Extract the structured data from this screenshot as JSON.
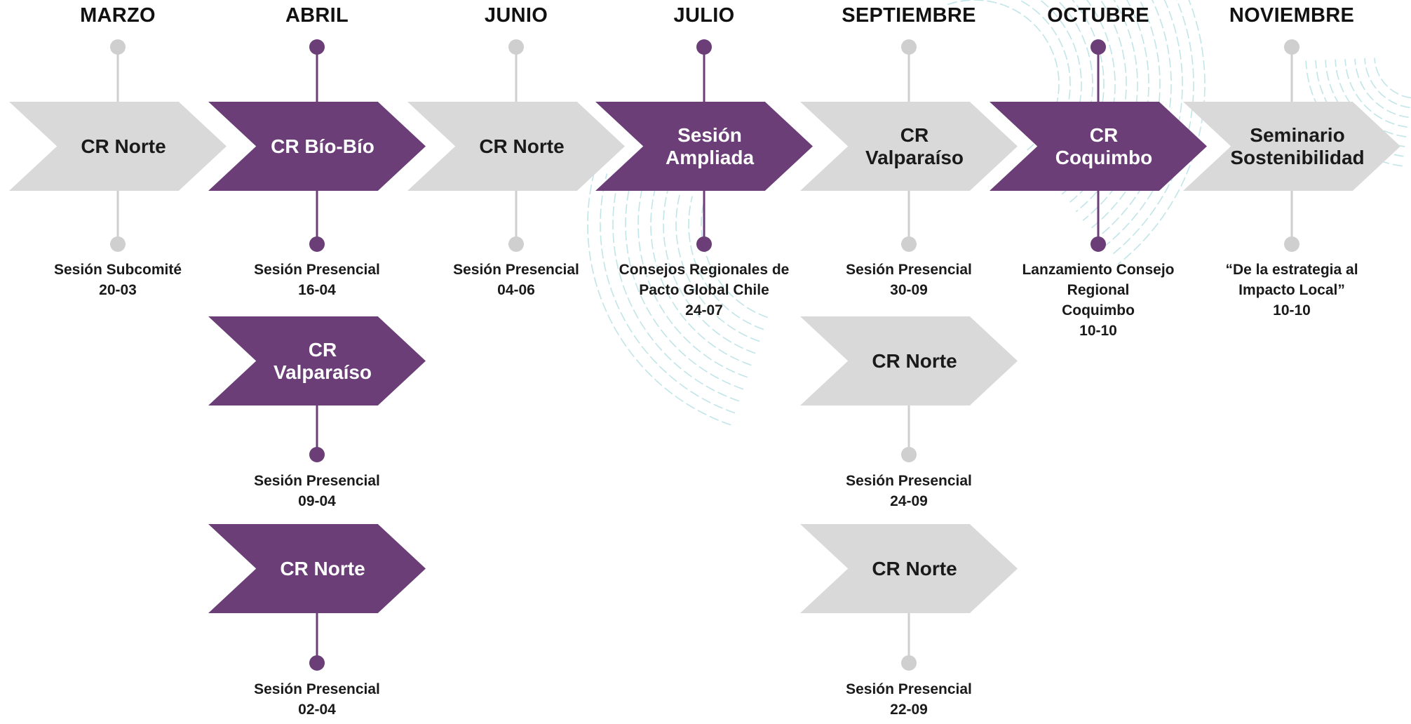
{
  "colors": {
    "purple": "#6b3e78",
    "gray": "#d9d9d9",
    "connector_gray": "#cfcfcf",
    "text": "#111111",
    "decoration": "#8fd0d6"
  },
  "months": [
    "MARZO",
    "ABRIL",
    "JUNIO",
    "JULIO",
    "SEPTIEMBRE",
    "OCTUBRE",
    "NOVIEMBRE"
  ],
  "events": [
    {
      "month": "MARZO",
      "title_lines": [
        "CR Norte"
      ],
      "caption_lines": [
        "Sesión Subcomité",
        "20-03"
      ],
      "color": "gray"
    },
    {
      "month": "ABRIL",
      "title_lines": [
        "CR Bío-Bío"
      ],
      "caption_lines": [
        "Sesión Presencial",
        "16-04"
      ],
      "color": "purple"
    },
    {
      "month": "ABRIL",
      "title_lines": [
        "CR",
        "Valparaíso"
      ],
      "caption_lines": [
        "Sesión Presencial",
        "09-04"
      ],
      "color": "purple"
    },
    {
      "month": "ABRIL",
      "title_lines": [
        "CR Norte"
      ],
      "caption_lines": [
        "Sesión Presencial",
        "02-04"
      ],
      "color": "purple"
    },
    {
      "month": "JUNIO",
      "title_lines": [
        "CR Norte"
      ],
      "caption_lines": [
        "Sesión Presencial",
        "04-06"
      ],
      "color": "gray"
    },
    {
      "month": "JULIO",
      "title_lines": [
        "Sesión",
        "Ampliada"
      ],
      "caption_lines": [
        "Consejos Regionales de",
        "Pacto Global Chile",
        "24-07"
      ],
      "color": "purple"
    },
    {
      "month": "SEPTIEMBRE",
      "title_lines": [
        "CR",
        "Valparaíso"
      ],
      "caption_lines": [
        "Sesión Presencial",
        "30-09"
      ],
      "color": "gray"
    },
    {
      "month": "SEPTIEMBRE",
      "title_lines": [
        "CR Norte"
      ],
      "caption_lines": [
        "Sesión Presencial",
        "24-09"
      ],
      "color": "gray"
    },
    {
      "month": "SEPTIEMBRE",
      "title_lines": [
        "CR Norte"
      ],
      "caption_lines": [
        "Sesión Presencial",
        "22-09"
      ],
      "color": "gray"
    },
    {
      "month": "OCTUBRE",
      "title_lines": [
        "CR",
        "Coquimbo"
      ],
      "caption_lines": [
        "Lanzamiento Consejo",
        "Regional",
        "Coquimbo",
        "10-10"
      ],
      "color": "purple"
    },
    {
      "month": "NOVIEMBRE",
      "title_lines": [
        "Seminario",
        "Sostenibilidad"
      ],
      "caption_lines": [
        "“De la estrategia al",
        "Impacto Local”",
        "10-10"
      ],
      "color": "gray"
    }
  ]
}
